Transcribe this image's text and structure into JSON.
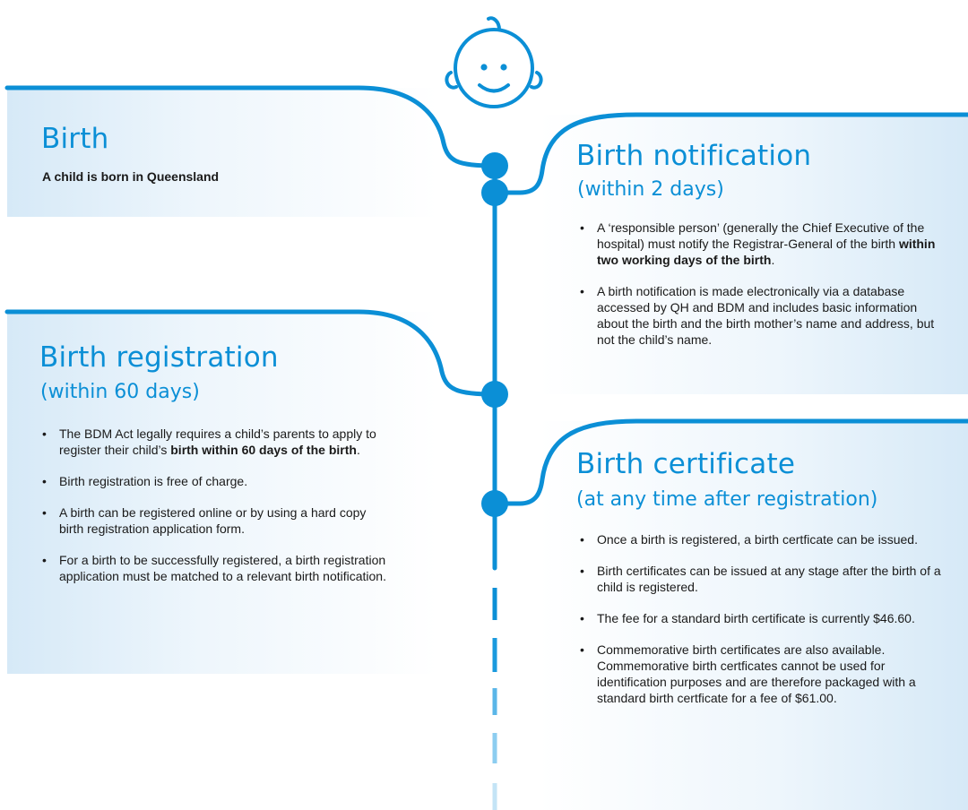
{
  "birth": {
    "title": "Birth",
    "text": "A child is born in Queensland"
  },
  "notification": {
    "title": "Birth notification",
    "subtitle": "(within 2 days)",
    "bullets": [
      {
        "before": "A ‘responsible person’ (generally the Chief Executive of the hospital) must notify the Registrar-General of the birth ",
        "bold": "within two working days of the birth",
        "after": "."
      },
      {
        "before": "A birth notification is made electronically via a database accessed by QH and BDM and includes basic information about the birth and the birth mother’s name and address, but not the child’s name.",
        "bold": "",
        "after": ""
      }
    ]
  },
  "registration": {
    "title": "Birth registration",
    "subtitle": "(within 60 days)",
    "bullets": [
      {
        "before": "The BDM Act legally requires a child’s parents to apply to register their child’s ",
        "bold": "birth within 60 days of the birth",
        "after": "."
      },
      {
        "before": "Birth registration is free of charge.",
        "bold": "",
        "after": ""
      },
      {
        "before": "A birth can be registered online or by using a hard copy birth registration application form.",
        "bold": "",
        "after": ""
      },
      {
        "before": "For a birth to be successfully registered, a birth registration application must be matched to a relevant birth notification.",
        "bold": "",
        "after": ""
      }
    ]
  },
  "certificate": {
    "title": "Birth certificate",
    "subtitle": "(at any time after registration)",
    "bullets": [
      {
        "before": "Once a birth is registered, a birth certficate can be issued.",
        "bold": "",
        "after": ""
      },
      {
        "before": "Birth certificates can be issued at any stage after the birth of a child is registered.",
        "bold": "",
        "after": ""
      },
      {
        "before": "The fee for a standard birth certificate is currently $46.60.",
        "bold": "",
        "after": ""
      },
      {
        "before": "Commemorative birth certificates are also available. Commemorative birth certficates cannot be used for identification purposes and are therefore packaged with a standard birth certficate for a fee of $61.00.",
        "bold": "",
        "after": ""
      }
    ]
  },
  "colors": {
    "accent": "#0b8fd6",
    "panel": "#d6e9f7"
  },
  "icons": {
    "top": "baby-face-icon"
  }
}
